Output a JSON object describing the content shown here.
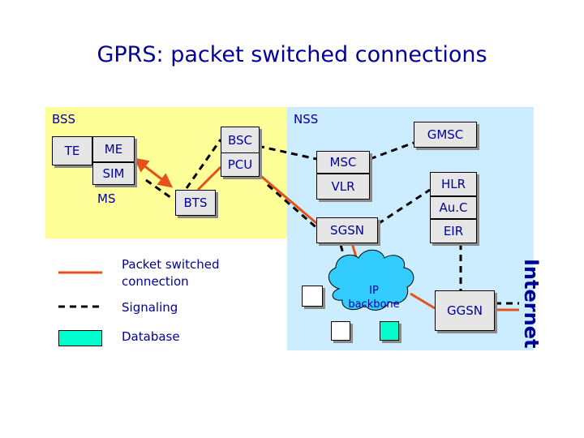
{
  "title": "GPRS: packet switched connections",
  "regions": {
    "bss_label": "BSS",
    "nss_label": "NSS"
  },
  "nodes": {
    "te": "TE",
    "me": "ME",
    "sim": "SIM",
    "ms": "MS",
    "bsc": "BSC",
    "pcu": "PCU",
    "bts": "BTS",
    "gmsc": "GMSC",
    "msc": "MSC",
    "vlr": "VLR",
    "hlr": "HLR",
    "auc": "Au.C",
    "sgsn": "SGSN",
    "eir": "EIR",
    "ggsn": "GGSN",
    "ip_backbone": [
      "IP",
      "backbone"
    ],
    "internet": "Internet"
  },
  "legend": {
    "packet": [
      "Packet switched",
      "connection"
    ],
    "signaling": "Signaling",
    "database": "Database"
  },
  "colors": {
    "title_text": "#000099",
    "bss_region": "#ffff99",
    "nss_region": "#ccecff",
    "packet_line": "#e8501a",
    "database_fill": "#00ffcc",
    "cloud_fill": "#33ccff"
  }
}
